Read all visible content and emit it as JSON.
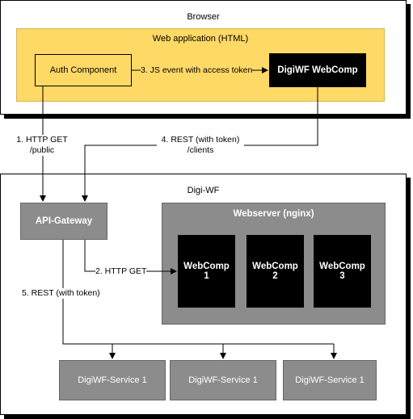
{
  "browser": {
    "title": "Browser"
  },
  "webapp": {
    "title": "Web application (HTML)"
  },
  "auth_component": {
    "label": "Auth Component"
  },
  "digiwf_webcomp": {
    "label": "DigiWF WebComp"
  },
  "digiwf": {
    "title": "Digi-WF"
  },
  "api_gateway": {
    "label": "API-Gateway"
  },
  "webserver": {
    "title": "Webserver (nginx)"
  },
  "webcomps": [
    {
      "line1": "WebComp",
      "line2": "1"
    },
    {
      "line1": "WebComp",
      "line2": "2"
    },
    {
      "line1": "WebComp",
      "line2": "3"
    }
  ],
  "services": [
    {
      "label": "DigiWF-Service 1"
    },
    {
      "label": "DigiWF-Service 1"
    },
    {
      "label": "DigiWF-Service 1"
    }
  ],
  "edges": {
    "js_event": "3. JS event with access token",
    "http_get_public_1": "1. HTTP GET",
    "http_get_public_2": "/public",
    "rest_clients_1": "4. REST (with token)",
    "rest_clients_2": "/clients",
    "http_get_2": "2. HTTP GET",
    "rest_token": "5. REST (with token)"
  }
}
